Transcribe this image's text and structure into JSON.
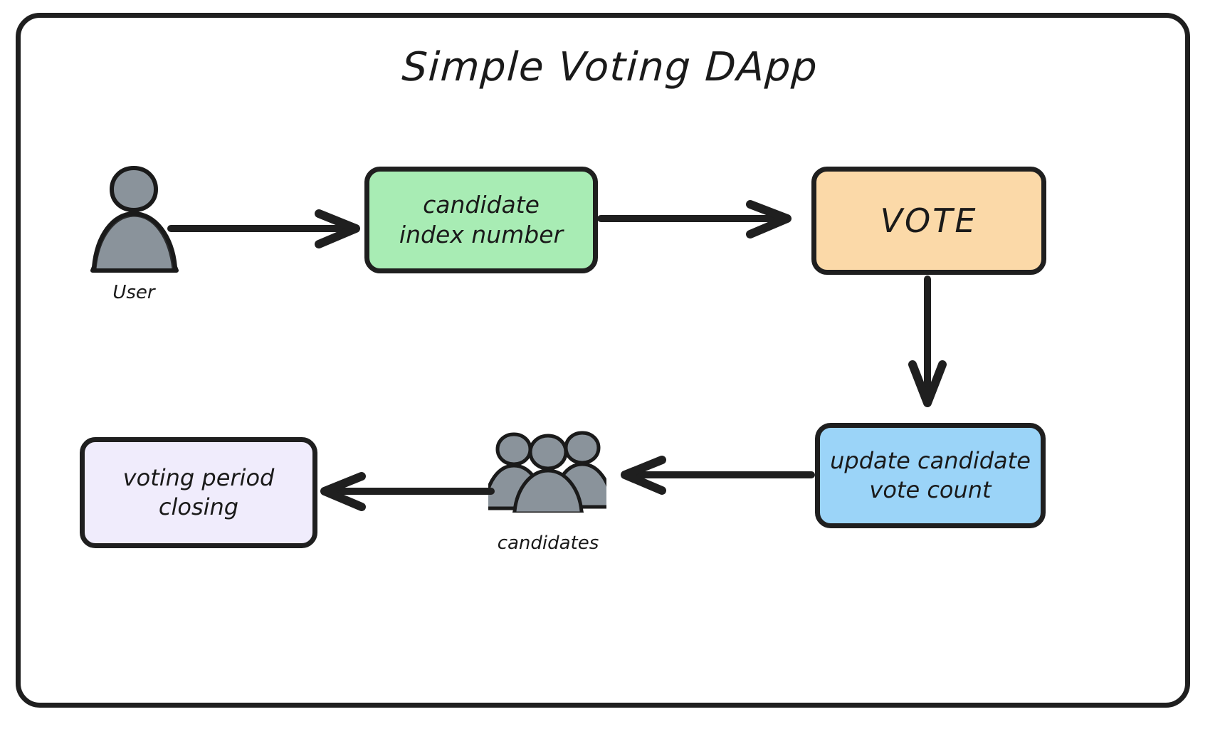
{
  "diagram": {
    "title": "Simple Voting DApp",
    "background": "#ffffff",
    "frame_color": "#1f1f1f",
    "nodes": [
      {
        "id": "candidate-index",
        "label": "candidate\nindex number",
        "fill": "#a8ecb4",
        "stroke": "#1f1f1f"
      },
      {
        "id": "vote",
        "label": "VOTE",
        "fill": "#fbd9a8",
        "stroke": "#1f1f1f"
      },
      {
        "id": "update-count",
        "label": "update candidate\nvote count",
        "fill": "#9bd4f8",
        "stroke": "#1f1f1f"
      },
      {
        "id": "voting-closing",
        "label": "voting period\nclosing",
        "fill": "#f0ecfc",
        "stroke": "#1f1f1f"
      }
    ],
    "actors": [
      {
        "id": "user",
        "icon": "single-person-icon",
        "caption": "User",
        "fill": "#8a939b"
      },
      {
        "id": "candidates",
        "icon": "group-of-people-icon",
        "caption": "candidates",
        "fill": "#8a939b"
      }
    ],
    "edges": [
      {
        "id": "user-to-candidate-index",
        "from": "user",
        "to": "candidate-index",
        "direction": "right"
      },
      {
        "id": "candidate-index-to-vote",
        "from": "candidate-index",
        "to": "vote",
        "direction": "right"
      },
      {
        "id": "vote-to-update-count",
        "from": "vote",
        "to": "update-count",
        "direction": "down"
      },
      {
        "id": "update-count-to-candidates",
        "from": "update-count",
        "to": "candidates",
        "direction": "left"
      },
      {
        "id": "candidates-to-voting-closing",
        "from": "candidates",
        "to": "voting-closing",
        "direction": "left"
      }
    ]
  }
}
